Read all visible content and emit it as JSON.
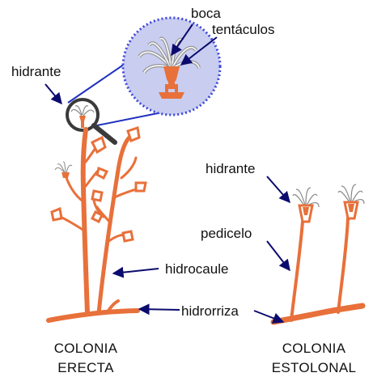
{
  "colors": {
    "tissue": "#e8703a",
    "arrow": "#0b0b6e",
    "zoom_fill": "#c9cdf0",
    "zoom_border": "#3b46d8",
    "zoom_lines": "#2030c0",
    "lens": "#3a3a3a",
    "tentacle": "#dcdcdc",
    "tentacle_outline": "#8a8a8a"
  },
  "labels": {
    "boca": "boca",
    "tentaculos": "tentáculos",
    "hidrante_left": "hidrante",
    "hidrante_right": "hidrante",
    "pedicelo": "pedicelo",
    "hidrocaule": "hidrocaule",
    "hidrorriza": "hidrorriza"
  },
  "captions": {
    "left_line1": "COLONIA",
    "left_line2": "ERECTA",
    "right_line1": "COLONIA",
    "right_line2": "ESTOLONAL"
  },
  "icons": {
    "magnifier": "magnifying-glass-icon",
    "zoom": "zoom-circle"
  }
}
